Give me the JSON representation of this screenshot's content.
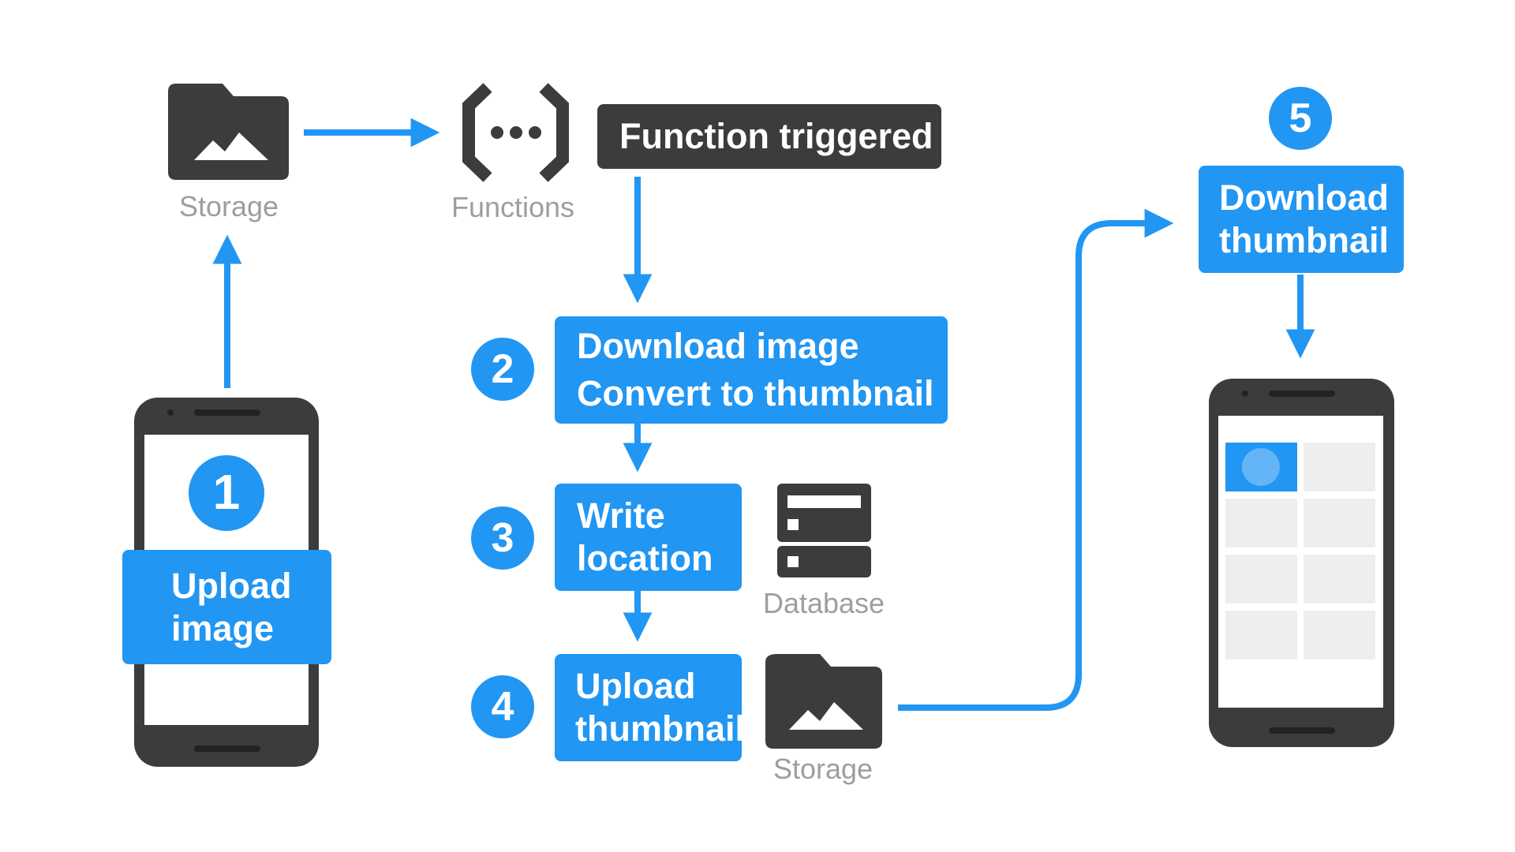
{
  "steps": {
    "step1": {
      "number": "1",
      "line1": "Upload",
      "line2": "image"
    },
    "trigger": {
      "label": "Function triggered"
    },
    "step2": {
      "number": "2",
      "line1": "Download image",
      "line2": "Convert to thumbnail"
    },
    "step3": {
      "number": "3",
      "line1": "Write",
      "line2": "location"
    },
    "step4": {
      "number": "4",
      "line1": "Upload",
      "line2": "thumbnail"
    },
    "step5": {
      "number": "5",
      "line1": "Download",
      "line2": "thumbnail"
    }
  },
  "labels": {
    "storage_top": "Storage",
    "functions": "Functions",
    "database": "Database",
    "storage_bottom": "Storage"
  },
  "icons": {
    "storage": "image-folder-icon",
    "functions": "cloud-functions-icon",
    "database": "database-icon",
    "phone": "smartphone-icon"
  },
  "colors": {
    "accent": "#2196f3",
    "dark": "#3c3c3c",
    "label": "#9e9e9e",
    "grid_tile": "#eeeeee",
    "highlight_circle": "#64b5f6"
  }
}
